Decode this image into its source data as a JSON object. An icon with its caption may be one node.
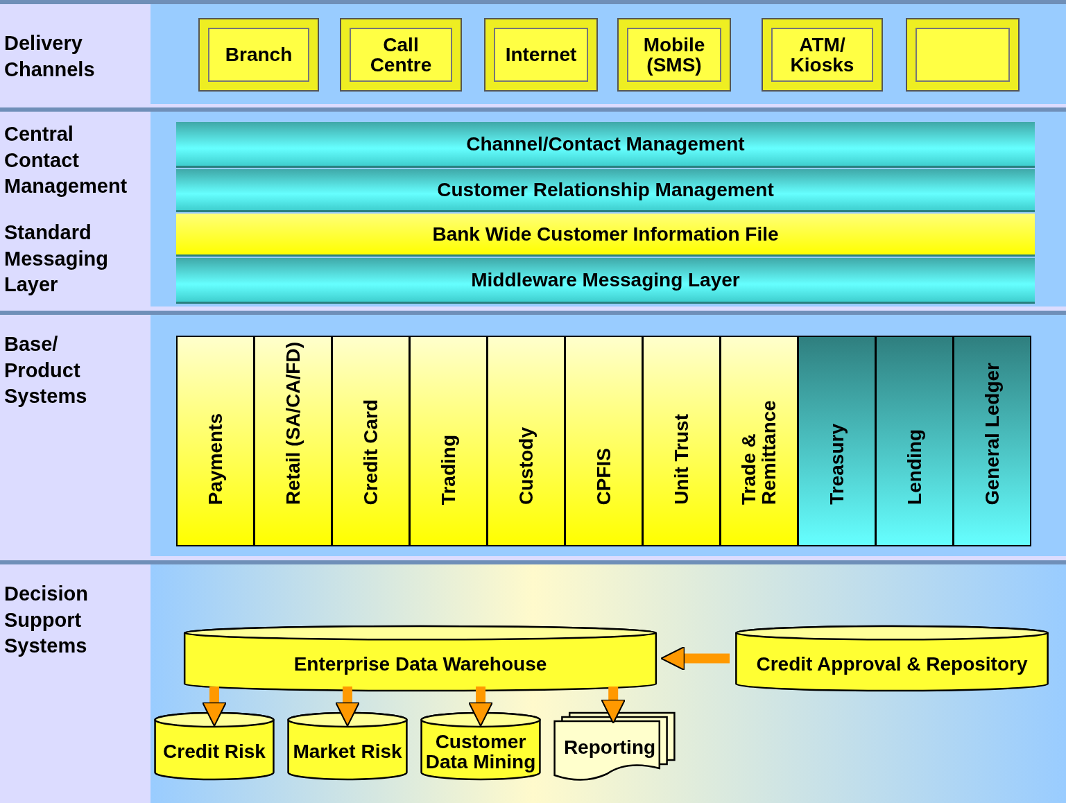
{
  "diagram": {
    "nodes": [
      {
        "text": [
          "Delivery Channels"
        ]
      },
      {
        "text": [
          "Branch"
        ],
        "in": 0
      },
      {
        "text": [
          "Call Centre"
        ],
        "in": 0
      },
      {
        "text": [
          "Internet"
        ],
        "in": 0
      },
      {
        "text": [
          "Mobile (SMS)"
        ],
        "in": 0
      },
      {
        "text": [
          "ATM/ Kiosks"
        ],
        "in": 0
      },
      {
        "text": [],
        "shape": "box",
        "in": 0
      },
      {
        "text": [
          "Central Contact Management",
          "Standard Messaging Layer"
        ]
      },
      {
        "text": [
          "Channel/Contact Management"
        ],
        "in": 7
      },
      {
        "text": [
          "Customer Relationship Management"
        ],
        "in": 7
      },
      {
        "text": [
          "Bank Wide Customer Information File"
        ],
        "in": 7
      },
      {
        "text": [
          "Middleware Messaging Layer"
        ],
        "in": 7
      },
      {
        "text": [
          "Base/ Product Systems"
        ]
      },
      {
        "text": [
          "Payments"
        ],
        "in": 12
      },
      {
        "text": [
          "Retail (SA/CA/FD)"
        ],
        "in": 12
      },
      {
        "text": [
          "Credit Card"
        ],
        "in": 12
      },
      {
        "text": [
          "Trading"
        ],
        "in": 12
      },
      {
        "text": [
          "Custody"
        ],
        "in": 12
      },
      {
        "text": [
          "CPFIS"
        ],
        "in": 12
      },
      {
        "text": [
          "Unit Trust"
        ],
        "in": 12
      },
      {
        "text": [
          "Trade & Remittance"
        ],
        "in": 12
      },
      {
        "text": [
          "Treasury"
        ],
        "in": 12
      },
      {
        "text": [
          "Lending"
        ],
        "in": 12
      },
      {
        "text": [
          "General Ledger"
        ],
        "in": 12
      },
      {
        "text": [
          "Decision Support Systems"
        ]
      },
      {
        "text": [
          "Enterprise Data Warehouse"
        ],
        "in": 24
      },
      {
        "text": [
          "Credit Approval & Repository"
        ],
        "in": 24
      },
      {
        "text": [
          "Credit Risk"
        ],
        "in": 24
      },
      {
        "text": [
          "Market Risk"
        ],
        "in": 24
      },
      {
        "text": [
          "Customer Data Mining"
        ],
        "in": 24
      },
      {
        "text": [
          "Reporting"
        ],
        "in": 24
      }
    ],
    "edges": [
      {
        "from": 26,
        "to": 25,
        "arrow": "to"
      },
      {
        "from": 25,
        "to": 27,
        "arrow": "to"
      },
      {
        "from": 25,
        "to": 28,
        "arrow": "to"
      },
      {
        "from": 25,
        "to": 29,
        "arrow": "to"
      },
      {
        "from": 25,
        "to": 30,
        "arrow": "to"
      }
    ]
  }
}
